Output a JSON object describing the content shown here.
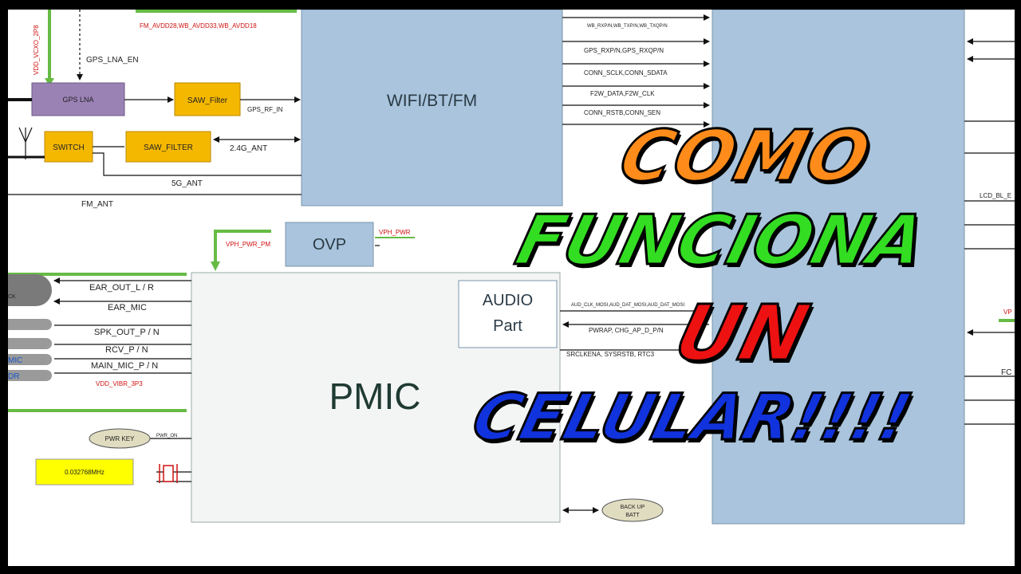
{
  "blocks": {
    "wifi": "WIFI/BT/FM",
    "pmic": "PMIC",
    "ovp": "OVP",
    "audio_line1": "AUDIO",
    "audio_line2": "Part"
  },
  "rf_chain": {
    "vertical_supply": "VDD_VCXO_2P8",
    "supply_rails": "FM_AVDD28,WB_AVDD33,WB_AVDD18",
    "gps_lna_en": "GPS_LNA_EN",
    "gps_lna": "GPS LNA",
    "saw_filter_1": "SAW_Filter",
    "gps_rf_in": "GPS_RF_IN",
    "switch": "SWITCH",
    "saw_filter_2": "SAW_FILTER",
    "ant_24g": "2.4G_ANT",
    "ant_5g": "5G_ANT",
    "fm_ant": "FM_ANT"
  },
  "wifi_bus": [
    "WB_RXP/N,WB_TXP/N,WB_TXQP/N",
    "GPS_RXP/N,GPS_RXQP/N",
    "CONN_SCLK,CONN_SDATA",
    "F2W_DATA,F2W_CLK",
    "CONN_RSTB,CONN_SEN"
  ],
  "power": {
    "vph_pwr": "VPH_PWR",
    "vph_pwr_pm": "VPH_PWR_PM"
  },
  "audio_signals": {
    "ear_out": "EAR_OUT_L / R",
    "ear_mic": "EAR_MIC",
    "spk_out": "SPK_OUT_P / N",
    "rcv": "RCV_P / N",
    "main_mic": "MAIN_MIC_P / N",
    "vdd_vibr": "VDD_VIBR_3P3",
    "jack_partial": "CK",
    "mic_partial": "MIC",
    "dr_partial": "DR"
  },
  "pmic_bus": {
    "aud_bus": "AUD_CLK_MOSI,AUD_DAT_MOSI,AUD_DAT_MOSI",
    "pwrap": "PWRAP, CHG_AP_D_P/N",
    "srclk": "SRCLKENA, SYSRSTB, RTC3"
  },
  "misc": {
    "pwr_key": "PWR KEY",
    "pwr_on": "PWR_ON",
    "crystal": "0.032768MHz",
    "backup_line1": "BACK UP",
    "backup_line2": "BATT",
    "lcd": "LCD_BL_E",
    "right_edge_v": "VP",
    "right_edge_f": "FC"
  },
  "overlay": {
    "line1": "COMO",
    "line2": "FUNCIONA",
    "line3": "UN",
    "line4": "CELULAR!!!!"
  },
  "colors": {
    "block_blue": "#a9c4dc",
    "pmic_fill": "#f3f5f4",
    "lna_purple": "#9b82b5",
    "filter_orange": "#f5b800",
    "supply_green": "#66bb44",
    "crystal_yellow": "#ffff00",
    "title_orange": "#ff8c1a",
    "title_green": "#33dd22",
    "title_red": "#ee1111",
    "title_blue": "#1133dd"
  }
}
